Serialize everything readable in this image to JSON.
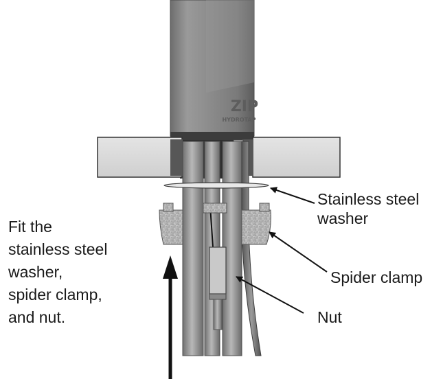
{
  "labels": {
    "washer_line1": "Stainless steel",
    "washer_line2": "washer",
    "spider_clamp": "Spider clamp",
    "nut": "Nut"
  },
  "instruction": {
    "lines": [
      "Fit the",
      "stainless steel",
      "washer,",
      "spider clamp,",
      "and nut."
    ]
  },
  "brand": {
    "logo": "ZIP",
    "name": "HYDROTAP"
  },
  "colors": {
    "housing": "#8c8c8c",
    "bracket": "#d9d9d9",
    "pipe": "#9a9a9a",
    "clamp": "#b9b9b9",
    "text": "#1a1a1a"
  }
}
